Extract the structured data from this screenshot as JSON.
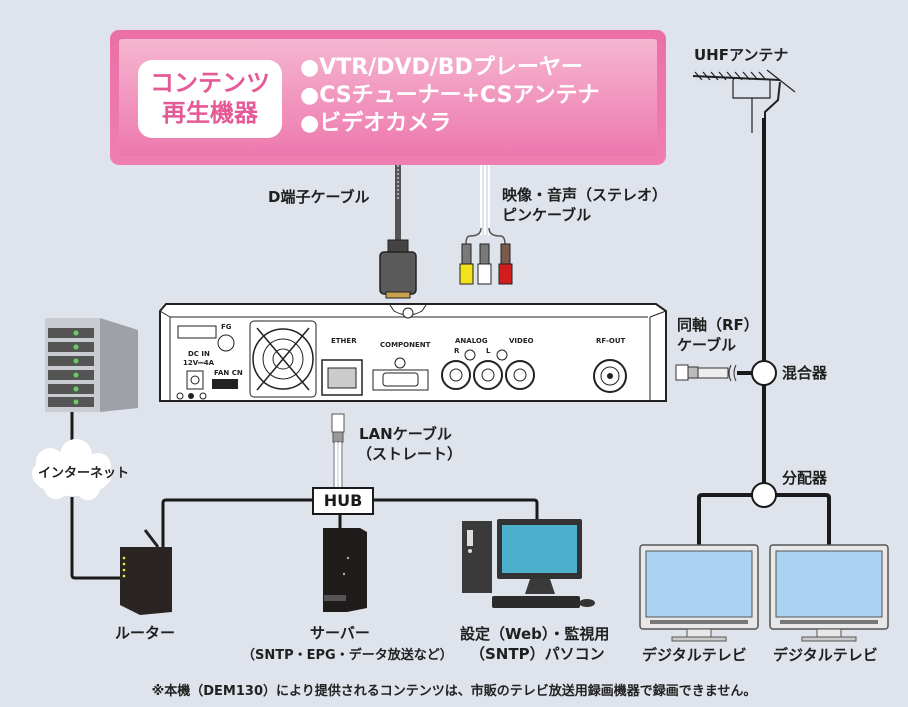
{
  "content_box": {
    "badge_line1": "コンテンツ",
    "badge_line2": "再生機器",
    "items": [
      "●VTR/DVD/BDプレーヤー",
      "●CSチューナー+CSアンテナ",
      "●ビデオカメラ"
    ]
  },
  "labels": {
    "d_cable": "D端子ケーブル",
    "av_cable_line1": "映像・音声（ステレオ）",
    "av_cable_line2": "ピンケーブル",
    "uhf_antenna": "UHFアンテナ",
    "coax_line1": "同軸（RF）",
    "coax_line2": "ケーブル",
    "mixer": "混合器",
    "splitter": "分配器",
    "lan_line1": "LANケーブル",
    "lan_line2": "（ストレート）",
    "hub": "HUB",
    "internet": "インターネット",
    "router": "ルーター",
    "server_line1": "サーバー",
    "server_line2": "（SNTP・EPG・データ放送など）",
    "pc_line1": "設定（Web）・監視用",
    "pc_line2": "（SNTP）パソコン",
    "tv1": "デジタルテレビ",
    "tv2": "デジタルテレビ"
  },
  "device_panel": {
    "fg": "FG",
    "dc_in_line1": "DC IN",
    "dc_in_line2": "12V⎓4A",
    "fan_cn": "FAN CN",
    "ether": "ETHER",
    "component": "COMPONENT",
    "analog": "ANALOG",
    "analog_r": "R",
    "analog_l": "L",
    "video": "VIDEO",
    "rf_out": "RF-OUT"
  },
  "footnote": "※本機（DEM130）により提供されるコンテンツは、市販のテレビ放送用録画機器で録画できません。",
  "colors": {
    "background": "#dfe3eb",
    "pink_dark": "#eb6fa5",
    "pink_text": "#e45a97",
    "tv_screen": "#a9d3f0",
    "pc_screen": "#4cb0cc"
  }
}
